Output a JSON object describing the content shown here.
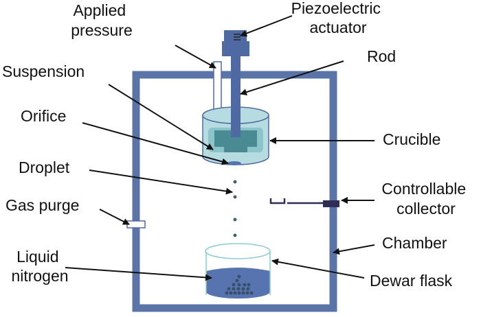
{
  "title": "Spray freeze apparatus schematic",
  "labels": {
    "applied_pressure": [
      "Applied",
      "pressure"
    ],
    "piezo": [
      "Piezoelectric",
      "actuator"
    ],
    "rod": "Rod",
    "suspension": "Suspension",
    "orifice": "Orifice",
    "crucible": "Crucible",
    "droplet": "Droplet",
    "collector": [
      "Controllable",
      "collector"
    ],
    "gas_purge": "Gas purge",
    "chamber": "Chamber",
    "liquid_nitrogen": [
      "Liquid",
      "nitrogen"
    ],
    "dewar": "Dewar flask"
  },
  "colors": {
    "chamber": "#5b74a8",
    "actuator": "#4f6aa3",
    "crucible_outer": "#b6dbe0",
    "crucible_inner": "#8cc4cb",
    "suspension": "#4a8a92",
    "liquid_nitrogen": "#5874b0",
    "collector": "#2e2e55",
    "droplet": "#3f6470",
    "arrow": "#111111"
  }
}
